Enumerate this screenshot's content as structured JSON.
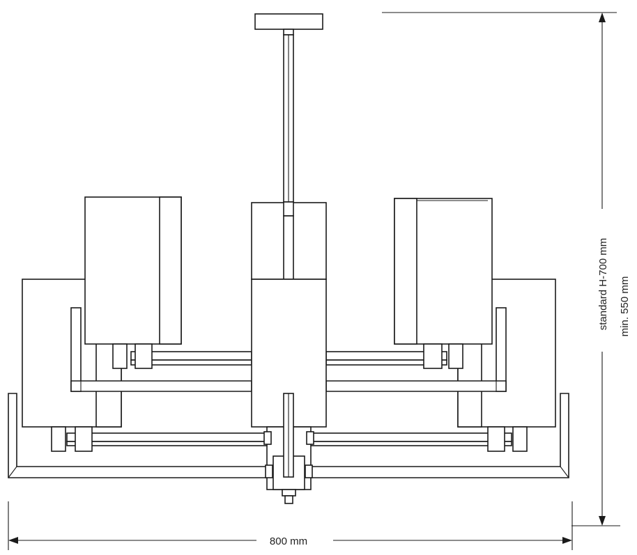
{
  "dimensions": {
    "width_label": "800 mm",
    "height_label_standard": "standard H-700 mm",
    "height_label_min": "min. 550 mm"
  },
  "colors": {
    "line": "#1a1a1a",
    "background": "#ffffff"
  }
}
